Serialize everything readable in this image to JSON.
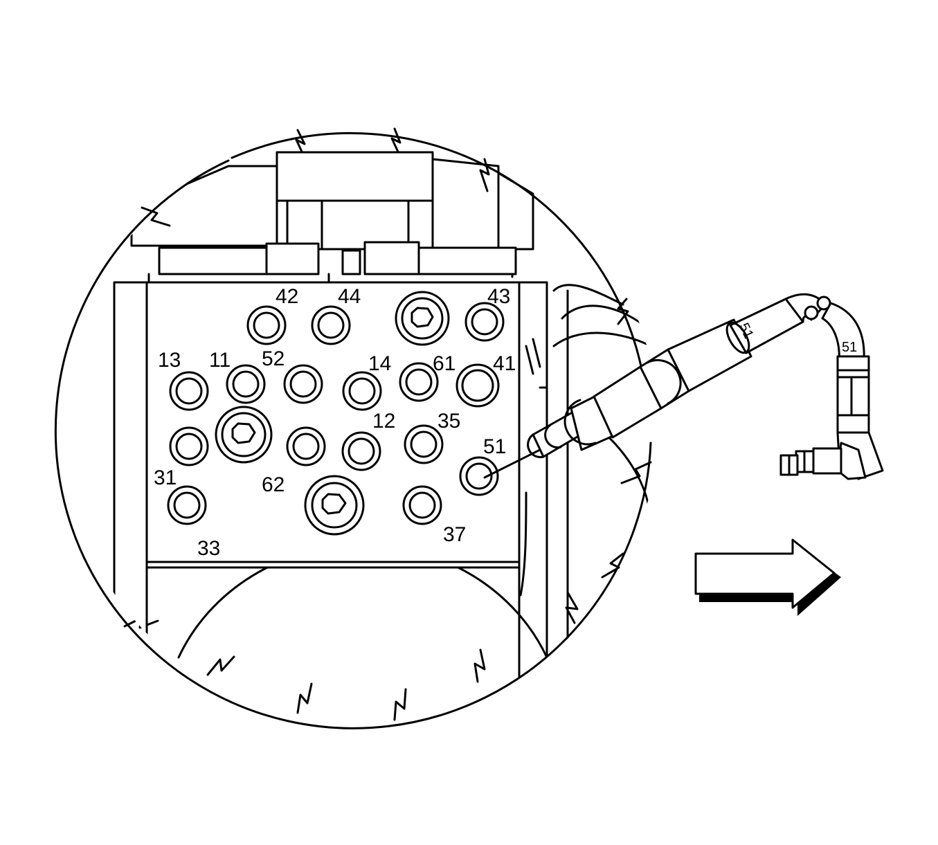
{
  "port_labels": [
    "42",
    "44",
    "43",
    "13",
    "11",
    "52",
    "14",
    "61",
    "41",
    "12",
    "35",
    "51",
    "31",
    "62",
    "37",
    "33"
  ],
  "hose_labels": [
    "51",
    "51"
  ],
  "colors": {
    "line": "#000000",
    "background": "#ffffff"
  },
  "icons": [
    "direction-arrow-icon",
    "hex-plug-icon"
  ]
}
